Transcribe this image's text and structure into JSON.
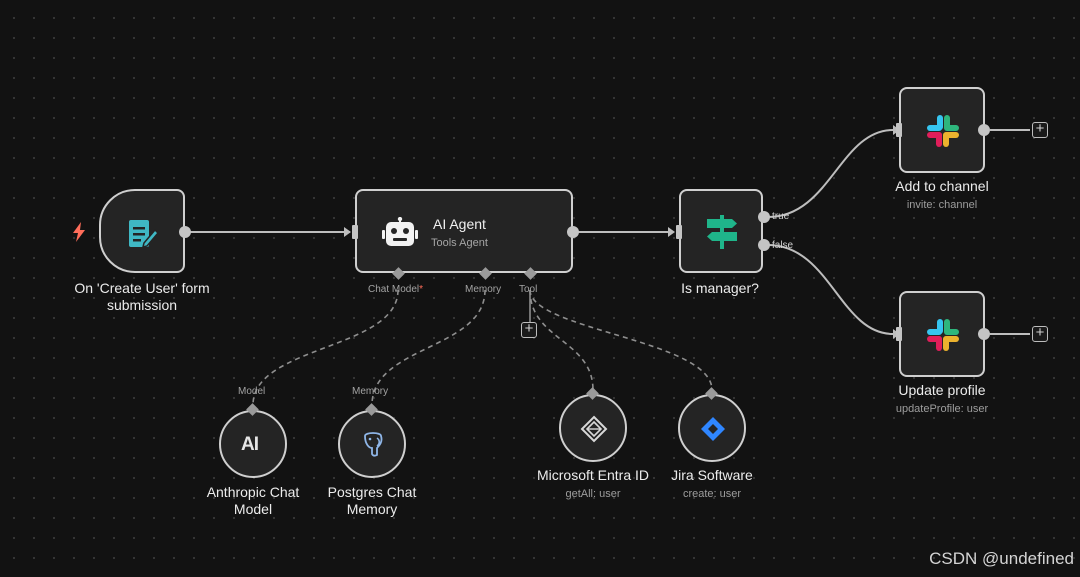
{
  "nodes": {
    "trigger": {
      "title": "On 'Create User' form submission"
    },
    "agent": {
      "title": "AI Agent",
      "subtitle": "Tools Agent"
    },
    "switch": {
      "title": "Is manager?",
      "branch_true": "true",
      "branch_false": "false"
    },
    "add_channel": {
      "title": "Add to channel",
      "subtitle": "invite: channel"
    },
    "update_profile": {
      "title": "Update profile",
      "subtitle": "updateProfile: user"
    },
    "anthropic": {
      "title": "Anthropic Chat Model",
      "port_label": "Model"
    },
    "postgres": {
      "title": "Postgres Chat Memory",
      "port_label": "Memory"
    },
    "entra": {
      "title": "Microsoft Entra ID",
      "subtitle": "getAll: user"
    },
    "jira": {
      "title": "Jira Software",
      "subtitle": "create: user"
    }
  },
  "agent_ports": {
    "chat_model": "Chat Model",
    "required_mark": "*",
    "memory": "Memory",
    "tool": "Tool"
  },
  "watermark": "CSDN @undefined",
  "colors": {
    "trigger_bolt": "#ff6d5a",
    "form_icon": "#3fb8c4",
    "switch_icon": "#1fb58a",
    "jira": "#2f86ff"
  },
  "icons": [
    "bolt-icon",
    "form-icon",
    "robot-icon",
    "signpost-icon",
    "slack-icon",
    "anthropic-icon",
    "postgres-icon",
    "entra-icon",
    "jira-icon",
    "plus-icon"
  ]
}
